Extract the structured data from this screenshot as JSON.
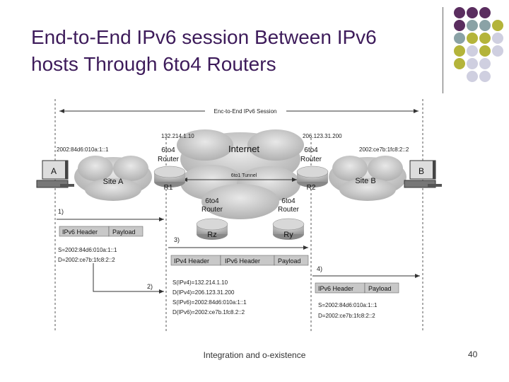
{
  "slide": {
    "title_line1": "End-to-End IPv6 session Between IPv6",
    "title_line2": "hosts Through 6to4 Routers",
    "footer": "Integration and o-existence",
    "page_number": "40"
  },
  "colors": {
    "purple": "#5a2d5f",
    "teal": "#8aa2a6",
    "olive": "#b4b43a",
    "lavender": "#cfcfe0"
  },
  "diagram": {
    "session_label": "Enc-to-End IPv6 Session",
    "internet_label": "Internet",
    "tunnel_label": "6to1 Tunnel",
    "site_a": "Site A",
    "site_b": "Site B",
    "host_a": "A",
    "host_b": "B",
    "host_a_addr": "2002:84d6:010a:1::1",
    "host_b_addr": "2002:ce7b:1fc8:2::2",
    "r1_ip": "132.214.1.10",
    "r2_ip": "206.123.31.200",
    "router_line1": "6to4",
    "router_line2": "Router",
    "r1": "R1",
    "r2": "R2",
    "rz": "Rz",
    "ry": "Ry",
    "step1": "1)",
    "step2": "2)",
    "step3": "3)",
    "step4": "4)",
    "ipv6_header": "IPv6 Header",
    "ipv4_header": "IPv4 Header",
    "payload": "Payload",
    "pkt1_src": "S=2002:84d6:010a:1::1",
    "pkt1_dst": "D=2002:ce7b:1fc8:2::2",
    "pkt3_s4": "S(IPv4)=132.214.1.10",
    "pkt3_d4": "D(IPv4)=206.123.31.200",
    "pkt3_s6": "S(IPv6)=2002:84d6:010a:1::1",
    "pkt3_d6": "D(IPv6)=2002:ce7b.1fc8.2::2",
    "pkt4_src": "S=2002:84d6:010a:1::1",
    "pkt4_dst": "D=2002:ce7b:1fc8:2::2"
  }
}
